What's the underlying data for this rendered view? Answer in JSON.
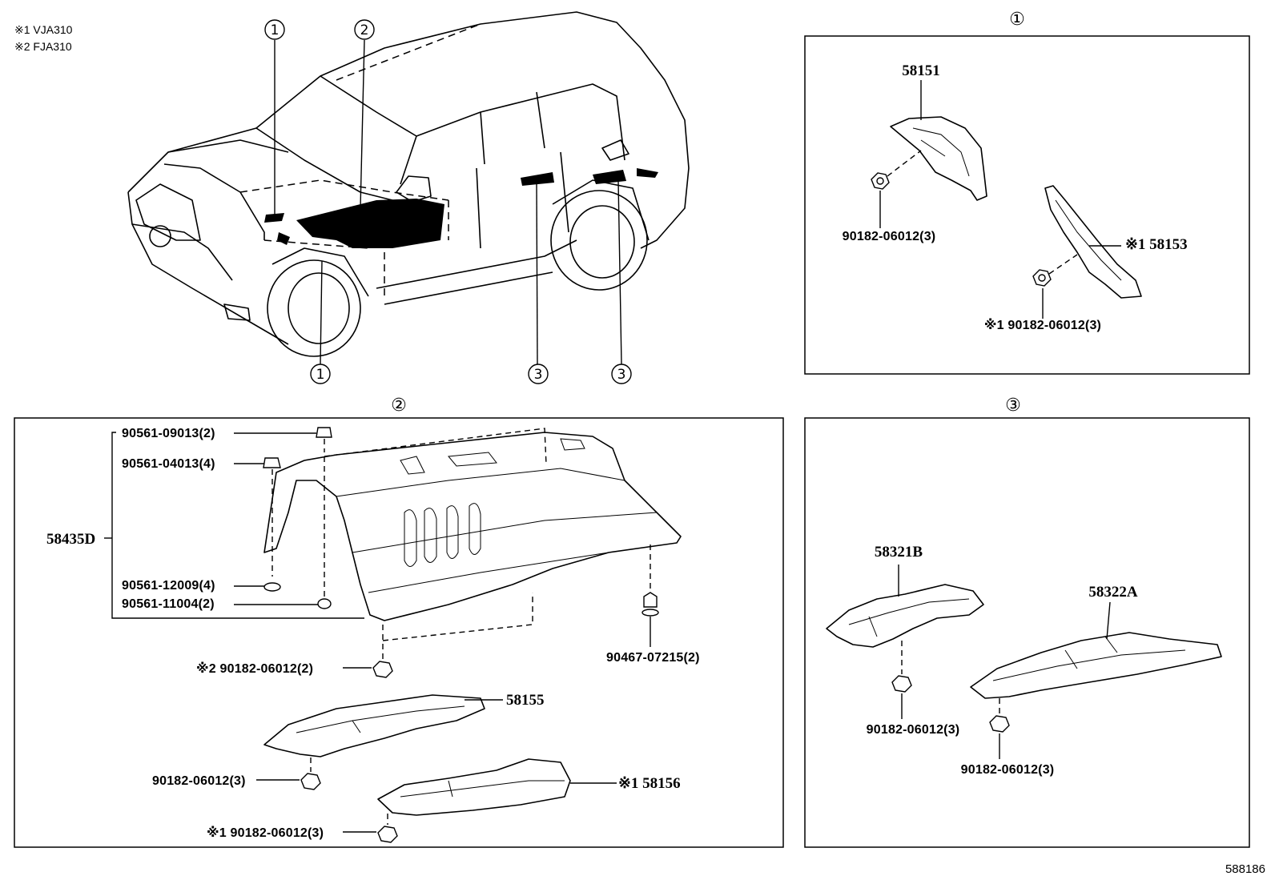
{
  "notes": [
    "※1 VJA310",
    "※2 FJA310"
  ],
  "callouts": {
    "c1": "1",
    "c2": "2",
    "c3": "3"
  },
  "view_labels": {
    "c1": "①",
    "c2": "②",
    "c3": "③"
  },
  "section1": {
    "p58151": "58151",
    "p90182_a": "90182-06012(3)",
    "p58153": "※1 58153",
    "p90182_b": "※1 90182-06012(3)"
  },
  "section2": {
    "p58435D": "58435D",
    "p90561_09013": "90561-09013(2)",
    "p90561_04013": "90561-04013(4)",
    "p90561_12009": "90561-12009(4)",
    "p90561_11004": "90561-11004(2)",
    "p90182_s2": "※2 90182-06012(2)",
    "p90467": "90467-07215(2)",
    "p58155": "58155",
    "p90182_c": "90182-06012(3)",
    "p58156": "※1 58156",
    "p90182_d": "※1 90182-06012(3)"
  },
  "section3": {
    "p58321B": "58321B",
    "p58322A": "58322A",
    "p90182_e": "90182-06012(3)",
    "p90182_f": "90182-06012(3)"
  },
  "drawing_id": "588186"
}
